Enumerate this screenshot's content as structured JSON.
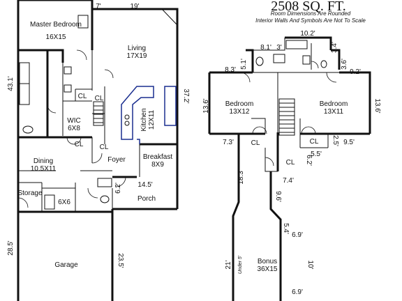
{
  "header": {
    "title": "2508 SQ. FT.",
    "note_1": "Room Dimensions Are Rounded",
    "note_2": "Interior Walls And Symbols Are Not To Scale"
  },
  "first_floor": {
    "rooms": {
      "master_bedroom": {
        "name": "Master Bedroom",
        "size": "16X15"
      },
      "living": {
        "name": "Living",
        "size": "17X19"
      },
      "wic": {
        "name": "WIC",
        "size": "6X8"
      },
      "kitchen": {
        "name": "Kitchen",
        "size": "12X11"
      },
      "dining": {
        "name": "Dining",
        "size": "10.5X11"
      },
      "foyer": {
        "name": "Foyer"
      },
      "breakfast": {
        "name": "Breakfast",
        "size": "8X9"
      },
      "storage": {
        "name": "Storage"
      },
      "storage_size": "6X6",
      "porch": {
        "name": "Porch"
      },
      "garage": {
        "name": "Garage"
      }
    },
    "closets": [
      "CL",
      "CL",
      "CL",
      "CL"
    ],
    "dimensions": {
      "top_a": "7'",
      "top_b": "19'",
      "left_house": "43.1'",
      "right_house": "37.2'",
      "porch_width": "14.5'",
      "porch_depth": "6.2'",
      "garage_left": "28.5'",
      "garage_right": "23.5'"
    }
  },
  "second_floor": {
    "rooms": {
      "bedroom_left": {
        "name": "Bedroom",
        "size": "13X12"
      },
      "bedroom_right": {
        "name": "Bedroom",
        "size": "13X11"
      },
      "bonus": {
        "name": "Bonus",
        "size": "36X15"
      }
    },
    "closets": [
      "CL",
      "CL",
      "CL"
    ],
    "dimensions": {
      "top": "10.2'",
      "d_8_1": "8.1'",
      "d_3": "3'",
      "d_3_4": "3.4'",
      "d_3_6": "3.6'",
      "d_8_3": "8.3'",
      "d_5_1": "5.1'",
      "d_9_2": "9.2'",
      "left_height": "13.6'",
      "right_height": "13.6'",
      "d_7_3": "7.3'",
      "d_5_5": "5.5'",
      "d_2_5": "2.5'",
      "d_9_5": "9.5'",
      "d_6_2": "6.2'",
      "d_7_4": "7.4'",
      "d_18_3": "18.3'",
      "d_9_6": "9.6'",
      "d_5_4": "5.4'",
      "d_6_9a": "6.9'",
      "d_21": "21'",
      "under_5": "Under 5'",
      "d_10": "10'",
      "d_6_9b": "6.9'"
    }
  }
}
